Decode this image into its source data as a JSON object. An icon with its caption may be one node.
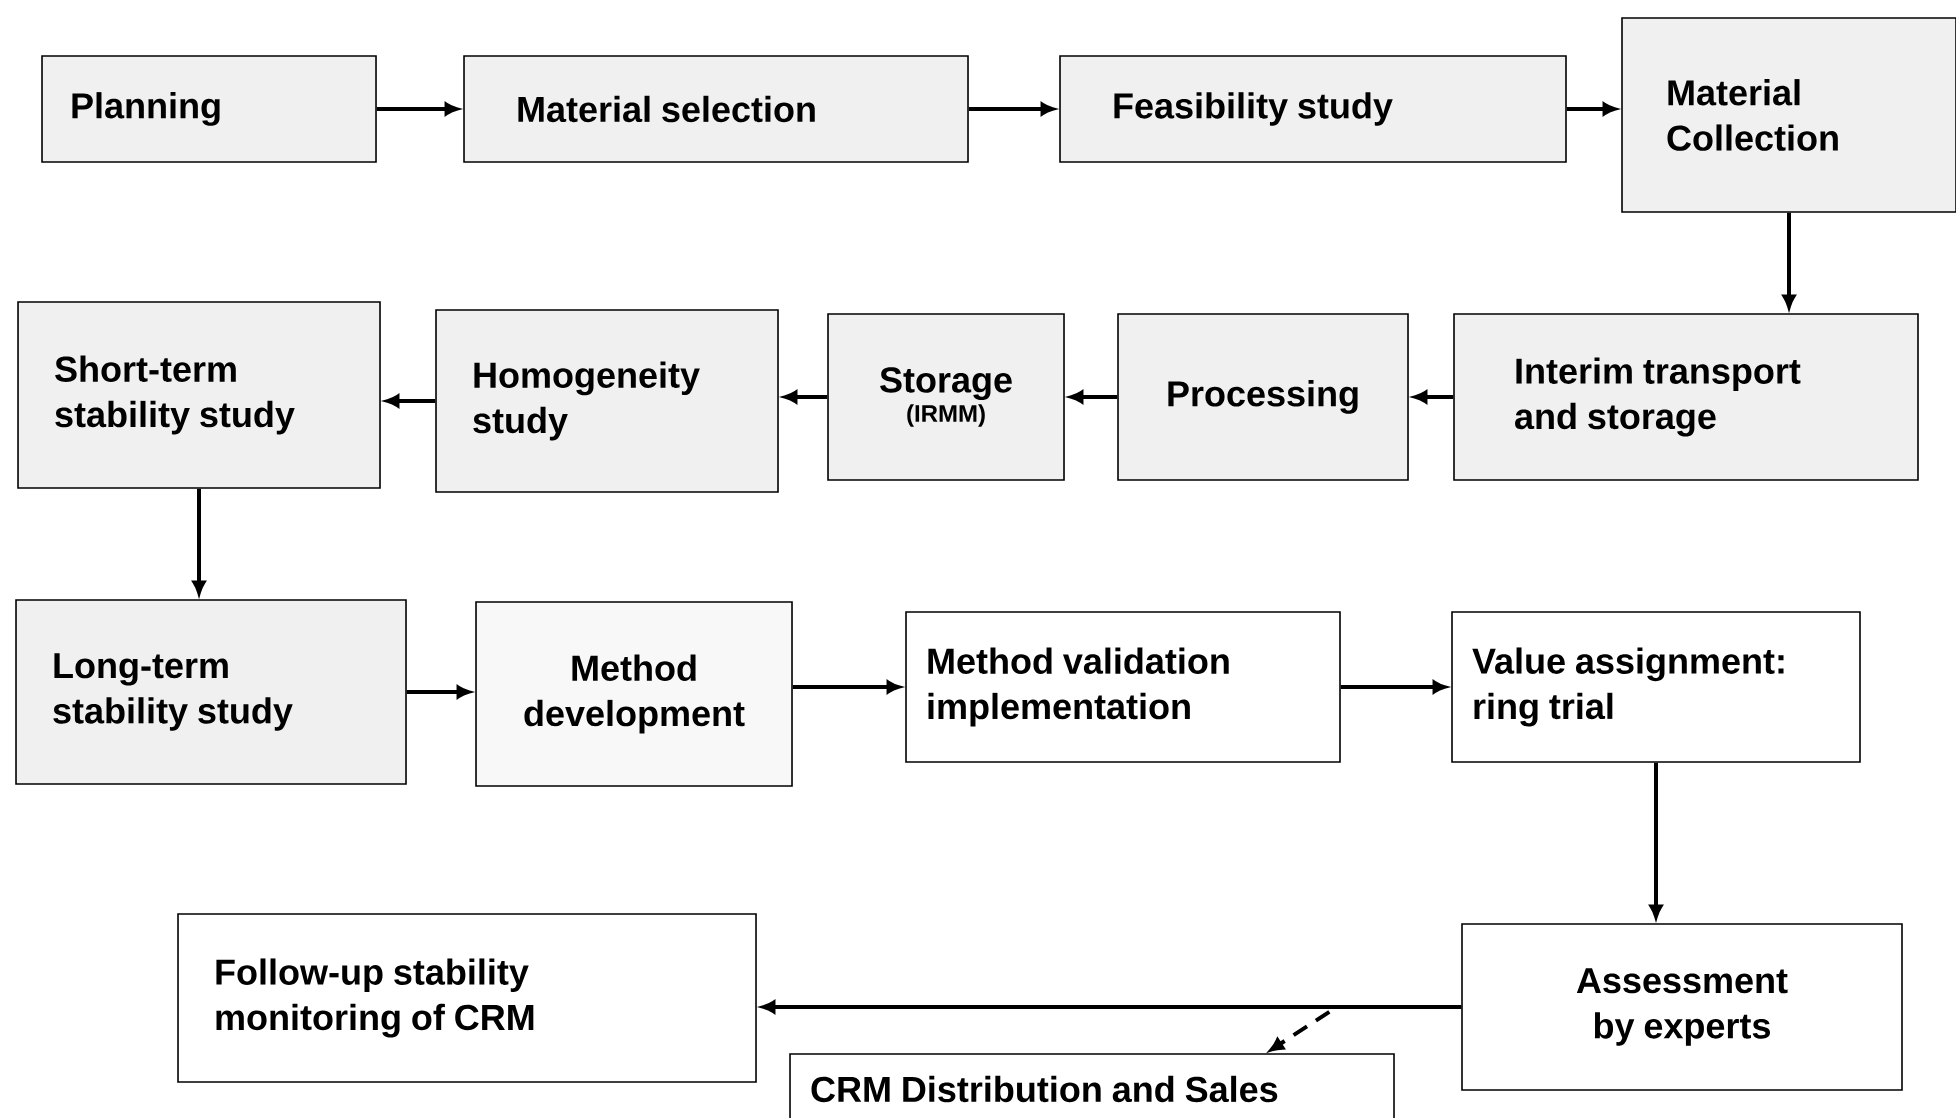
{
  "diagram": {
    "nodes": [
      {
        "text": [
          "Planning"
        ]
      },
      {
        "text": [
          "Material selection"
        ]
      },
      {
        "text": [
          "Feasibility study"
        ]
      },
      {
        "text": [
          "Material Collection"
        ]
      },
      {
        "text": [
          "Interim transport and storage"
        ]
      },
      {
        "text": [
          "Processing"
        ]
      },
      {
        "text": [
          "Storage",
          "(IRMM)"
        ]
      },
      {
        "text": [
          "Homogeneity study"
        ]
      },
      {
        "text": [
          "Short-term stability study"
        ]
      },
      {
        "text": [
          "Long-term stability study"
        ]
      },
      {
        "text": [
          "Method development"
        ]
      },
      {
        "text": [
          "Method validation implementation"
        ]
      },
      {
        "text": [
          "Value assignment: ring trial"
        ]
      },
      {
        "text": [
          "Assessment by experts"
        ]
      },
      {
        "text": [
          "Follow-up stability monitoring of CRM"
        ]
      },
      {
        "text": [
          "CRM Distribution and Sales"
        ]
      }
    ],
    "edges": [
      {
        "from": 0,
        "to": 1,
        "arrow": "to"
      },
      {
        "from": 1,
        "to": 2,
        "arrow": "to"
      },
      {
        "from": 2,
        "to": 3,
        "arrow": "to"
      },
      {
        "from": 3,
        "to": 4,
        "arrow": "to"
      },
      {
        "from": 4,
        "to": 5,
        "arrow": "to"
      },
      {
        "from": 5,
        "to": 6,
        "arrow": "to"
      },
      {
        "from": 6,
        "to": 7,
        "arrow": "to"
      },
      {
        "from": 7,
        "to": 8,
        "arrow": "to"
      },
      {
        "from": 8,
        "to": 9,
        "arrow": "to"
      },
      {
        "from": 9,
        "to": 10,
        "arrow": "to"
      },
      {
        "from": 10,
        "to": 11,
        "arrow": "to"
      },
      {
        "from": 11,
        "to": 12,
        "arrow": "to"
      },
      {
        "from": 12,
        "to": 13,
        "arrow": "to"
      },
      {
        "from": 13,
        "to": 14,
        "arrow": "to"
      },
      {
        "from": 13,
        "to": 15,
        "arrow": "to",
        "style": "dashed"
      }
    ]
  }
}
